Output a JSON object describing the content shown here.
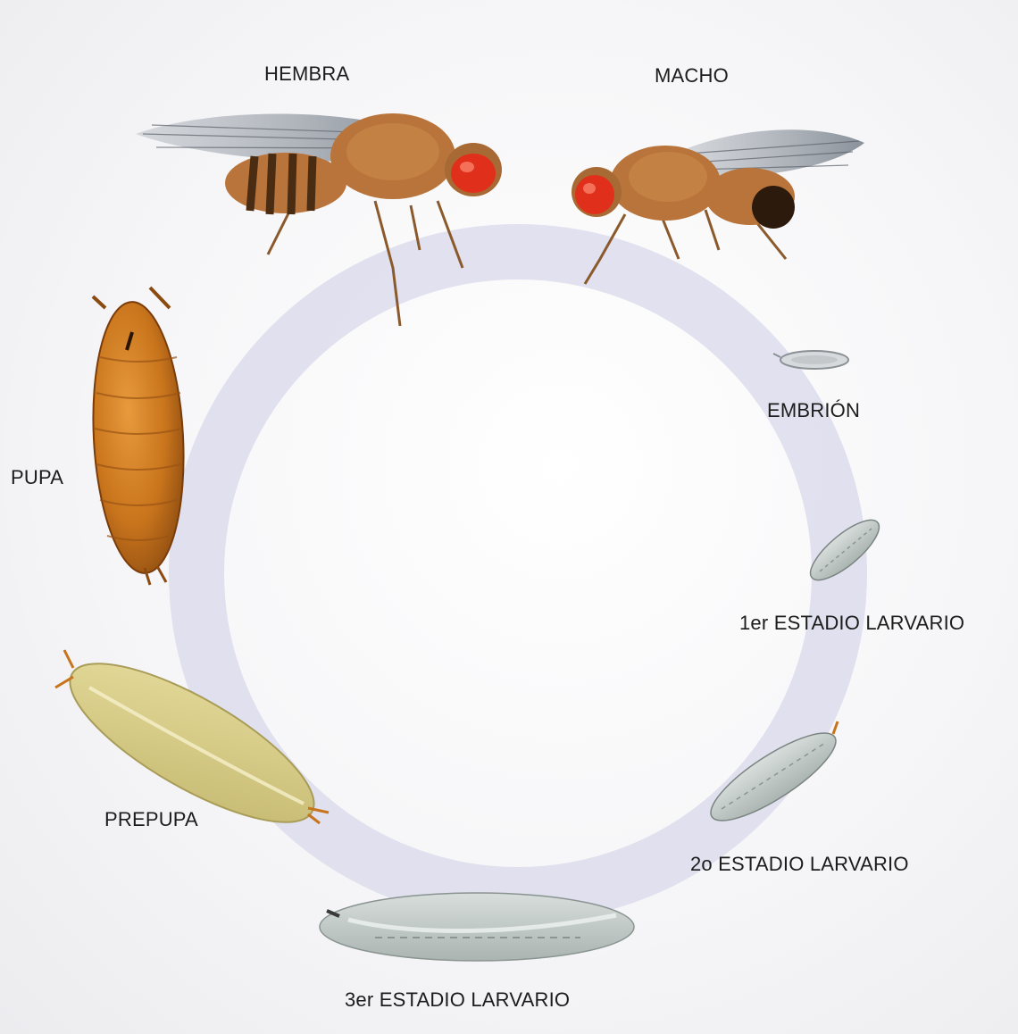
{
  "diagram": {
    "stages": {
      "hembra": "HEMBRA",
      "macho": "MACHO",
      "embrion": "EMBRIÓN",
      "larva1": "1er ESTADIO LARVARIO",
      "larva2": "2o ESTADIO LARVARIO",
      "larva3": "3er ESTADIO LARVARIO",
      "prepupa": "PREPUPA",
      "pupa": "PUPA"
    },
    "colors": {
      "ring": "#dcdcec",
      "fly_body": "#b8743a",
      "fly_stripes": "#4a2c12",
      "fly_eye": "#e0301c",
      "fly_wing": "#9aa0a8",
      "pupa": "#c8741c",
      "prepupa": "#d8cf8a",
      "larva": "#c4ccc8",
      "embryo": "#d6dadc"
    }
  }
}
